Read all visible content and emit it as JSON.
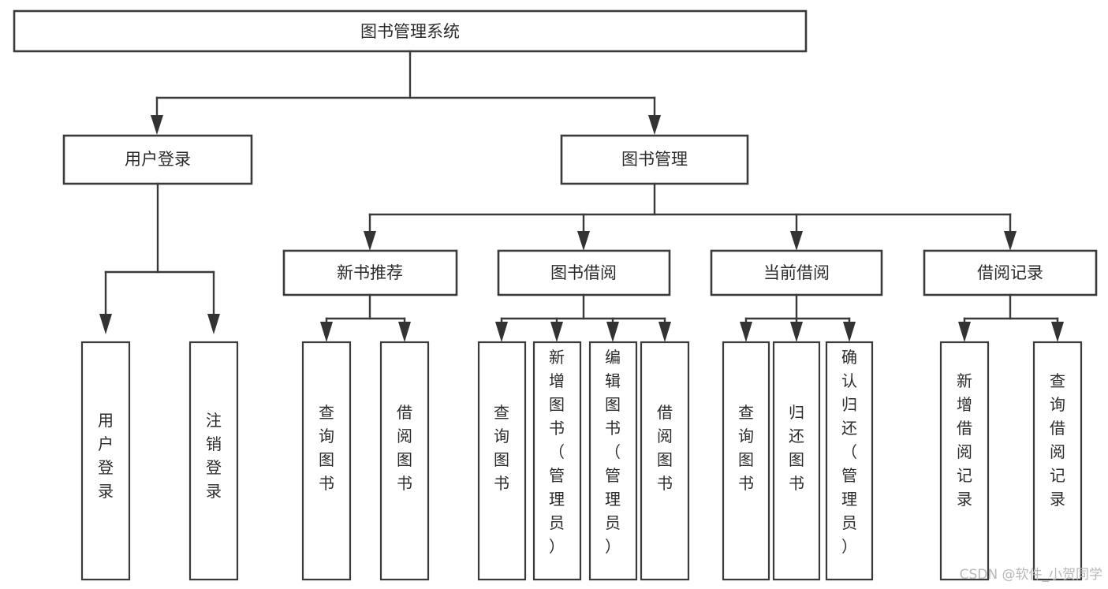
{
  "diagram": {
    "type": "tree-hierarchy",
    "title": "图书管理系统",
    "colors": {
      "box_stroke": "#3a3a3a",
      "box_fill": "#ffffff",
      "text": "#2b2b2b",
      "connector": "#3a3a3a",
      "watermark": "#b8b8b8",
      "background": "#ffffff"
    },
    "root": {
      "label": "图书管理系统"
    },
    "level2": [
      {
        "label": "用户登录"
      },
      {
        "label": "图书管理"
      }
    ],
    "level3": [
      {
        "label": "新书推荐"
      },
      {
        "label": "图书借阅"
      },
      {
        "label": "当前借阅"
      },
      {
        "label": "借阅记录"
      }
    ],
    "leaves": {
      "user_login": [
        {
          "label": "用户登录",
          "lines": [
            "用",
            "户",
            "登",
            "录"
          ]
        },
        {
          "label": "注销登录",
          "lines": [
            "注",
            "销",
            "登",
            "录"
          ]
        }
      ],
      "new_book_recommend": [
        {
          "label": "查询图书",
          "lines": [
            "查",
            "询",
            "图",
            "书"
          ]
        },
        {
          "label": "借阅图书",
          "lines": [
            "借",
            "阅",
            "图",
            "书"
          ]
        }
      ],
      "book_borrow": [
        {
          "label": "查询图书",
          "lines": [
            "查",
            "询",
            "图",
            "书"
          ]
        },
        {
          "label": "新增图书（管理员）",
          "lines": [
            "新",
            "增",
            "图",
            "书",
            "（",
            "管",
            "理",
            "员",
            "）"
          ]
        },
        {
          "label": "编辑图书（管理员）",
          "lines": [
            "编",
            "辑",
            "图",
            "书",
            "（",
            "管",
            "理",
            "员",
            "）"
          ]
        },
        {
          "label": "借阅图书",
          "lines": [
            "借",
            "阅",
            "图",
            "书"
          ]
        }
      ],
      "current_borrow": [
        {
          "label": "查询图书",
          "lines": [
            "查",
            "询",
            "图",
            "书"
          ]
        },
        {
          "label": "归还图书",
          "lines": [
            "归",
            "还",
            "图",
            "书"
          ]
        },
        {
          "label": "确认归还（管理员）",
          "lines": [
            "确",
            "认",
            "归",
            "还",
            "（",
            "管",
            "理",
            "员",
            "）"
          ]
        }
      ],
      "borrow_records": [
        {
          "label": "新增借阅记录",
          "lines": [
            "新",
            "增",
            "借",
            "阅",
            "记",
            "录"
          ]
        },
        {
          "label": "查询借阅记录",
          "lines": [
            "查",
            "询",
            "借",
            "阅",
            "记",
            "录"
          ]
        }
      ]
    },
    "watermark": "CSDN @软件_小贺同学"
  }
}
